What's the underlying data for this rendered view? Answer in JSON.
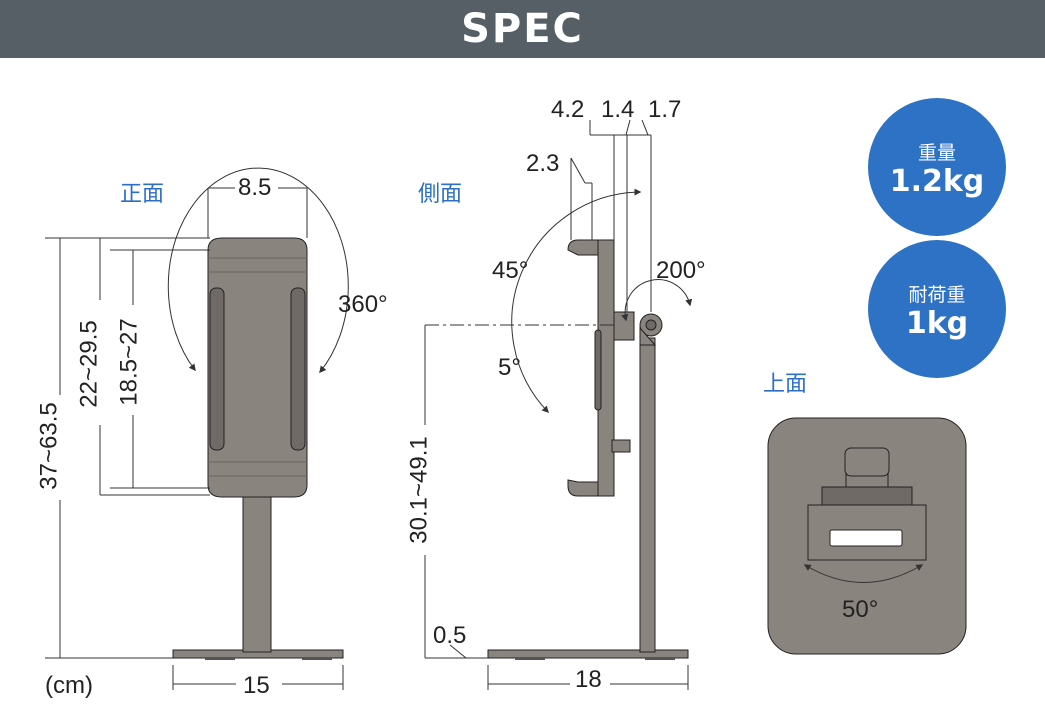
{
  "header": {
    "title": "SPEC"
  },
  "views": {
    "front": "正面",
    "side": "側面",
    "top": "上面"
  },
  "front_dims": {
    "width": "8.5",
    "rotation": "360°",
    "total_height": "37~63.5",
    "device_height_outer": "22~29.5",
    "device_height_inner": "18.5~27",
    "base_width": "15"
  },
  "side_dims": {
    "d1": "4.2",
    "d2": "1.4",
    "d3": "1.7",
    "d4": "2.3",
    "tilt_up": "45°",
    "tilt_down": "5°",
    "rotate": "200°",
    "height": "30.1~49.1",
    "base_thickness": "0.5",
    "base_depth": "18"
  },
  "top_dims": {
    "swivel": "50°"
  },
  "unit": "(cm)",
  "specs": [
    {
      "label": "重量",
      "value": "1.2kg"
    },
    {
      "label": "耐荷重",
      "value": "1kg"
    }
  ],
  "colors": {
    "header": "#575f66",
    "accent": "#2d72c4",
    "section_label": "#2c6fc4",
    "product": "#8a847e"
  }
}
